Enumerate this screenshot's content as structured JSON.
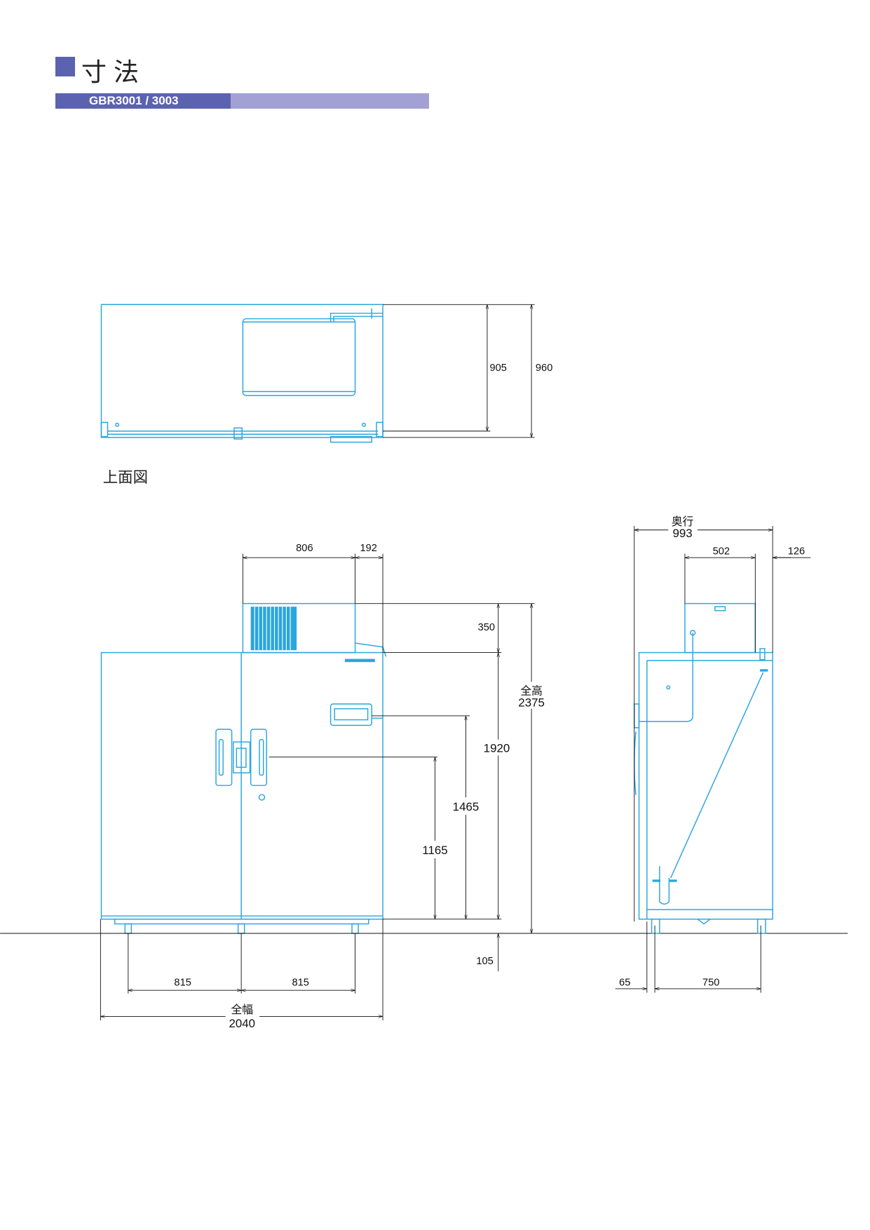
{
  "header": {
    "title": "寸法",
    "model": "GBR3001 / 3003"
  },
  "top_view": {
    "caption": "上面図",
    "dims": {
      "depth_body": "905",
      "depth_total": "960"
    }
  },
  "front_view": {
    "dims": {
      "unit_width": "806",
      "unit_offset": "192",
      "unit_height": "350",
      "body_height": "1920",
      "total_height_label": "全高",
      "total_height": "2375",
      "controller_height": "1465",
      "handle_height": "1165",
      "leg_height": "105",
      "leg_pitch_left": "815",
      "leg_pitch_right": "815",
      "total_width_label": "全幅",
      "total_width": "2040"
    }
  },
  "side_view": {
    "dims": {
      "total_depth_label": "奥行",
      "total_depth": "993",
      "unit_depth": "502",
      "unit_back_offset": "126",
      "leg_front_offset": "65",
      "leg_pitch": "750"
    }
  },
  "colors": {
    "drawing": "#2aa6df",
    "title_accent": "#5b63b0",
    "bar_light": "#a3a1d4"
  }
}
